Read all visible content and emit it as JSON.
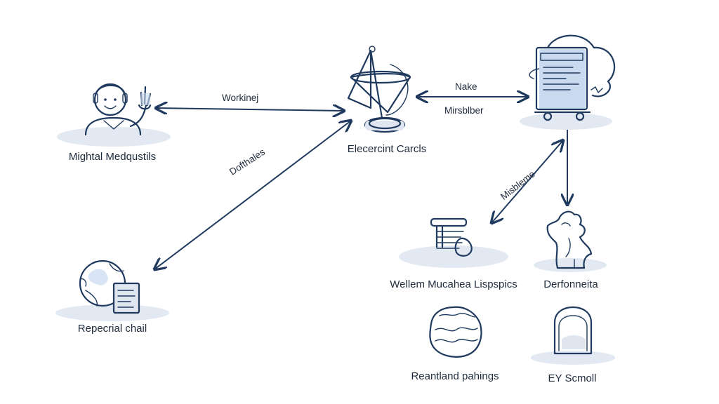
{
  "nodes": {
    "person": {
      "label": "Mightal Medqustils",
      "icon": "person-waving-icon"
    },
    "center": {
      "label": "Elecercint Carcls",
      "icon": "funnel-sail-icon"
    },
    "cart": {
      "label": "",
      "icon": "document-cart-cloud-icon"
    },
    "globe": {
      "label": "Repecrial chail",
      "icon": "globe-document-icon"
    },
    "stack": {
      "label": "Wellem Mucahea Lispspics",
      "icon": "stacked-books-icon"
    },
    "dragon": {
      "label": "Derfonneita",
      "icon": "dragon-figure-icon"
    },
    "mesh": {
      "label": "Reantland pahings",
      "icon": "textured-blob-icon"
    },
    "jar": {
      "label": "EY Scmoll",
      "icon": "glass-jar-icon"
    }
  },
  "edges": {
    "person_center": "Workinej",
    "center_cart_top": "Nake",
    "center_cart_bottom": "Mirsblber",
    "globe_center": "Dofthales",
    "stack_cart": "Misbleme"
  },
  "colors": {
    "ink": "#1f3a5e",
    "shadow": "#e3e9f2",
    "accent": "#c9daf0"
  }
}
